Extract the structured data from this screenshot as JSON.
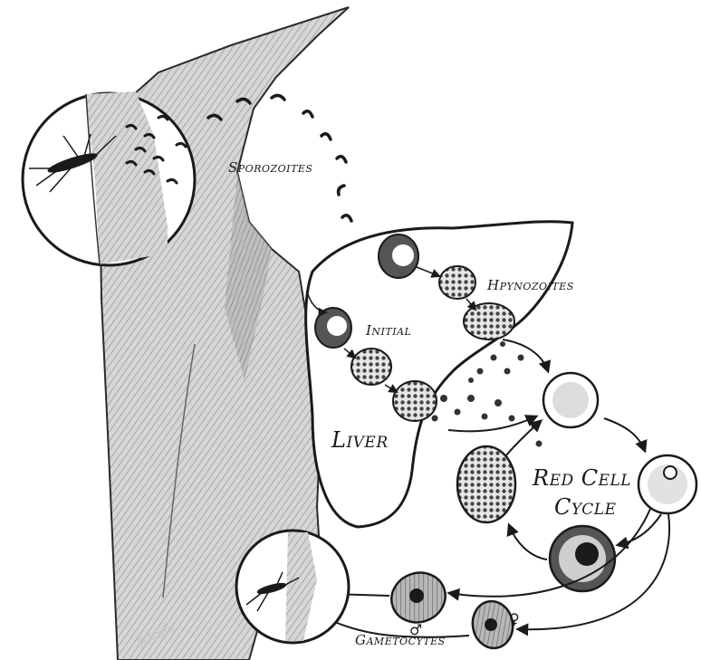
{
  "labels": {
    "sporozoites": "Sporozoites",
    "hypnozoites": "Hpynozoites",
    "initial": "Initial",
    "liver": "Liver",
    "red_cell_cycle_line1": "Red Cell",
    "red_cell_cycle_line2": "Cycle",
    "gametocytes": "Gametocytes",
    "male_symbol": "♂",
    "female_symbol": "♀"
  },
  "watermark": "RASG",
  "colors": {
    "ink": "#1a1a1a",
    "shade": "#8a8a8a",
    "paper": "#ffffff"
  }
}
